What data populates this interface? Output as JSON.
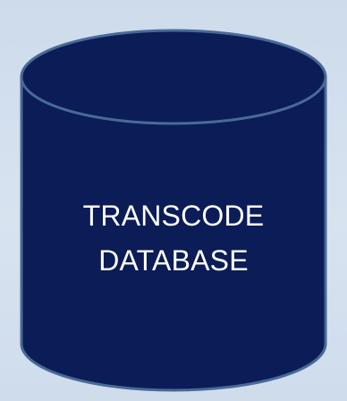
{
  "diagram": {
    "shape": "cylinder",
    "label_lines": [
      "TRANSCODE",
      "DATABASE"
    ],
    "colors": {
      "fill": "#0b1c57",
      "stroke": "#4a6a95",
      "top_fill": "#0b1c57",
      "text": "#ffffff",
      "background": "#d4e0ee"
    }
  }
}
